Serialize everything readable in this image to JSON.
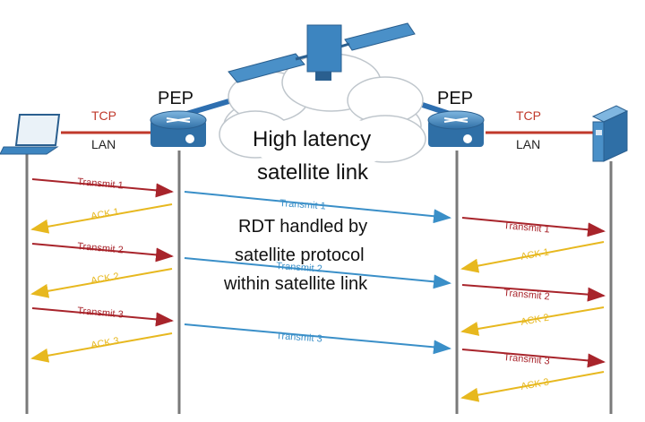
{
  "labels": {
    "pep_left": "PEP",
    "pep_right": "PEP",
    "tcp_left": "TCP",
    "tcp_right": "TCP",
    "lan_left": "LAN",
    "lan_right": "LAN",
    "cloud_line1": "High latency",
    "cloud_line2": "satellite link",
    "rdt_line1": "RDT handled by",
    "rdt_line2": "satellite protocol",
    "rdt_line3": "within satellite link"
  },
  "messages": {
    "left_transmit": [
      "Transmit 1",
      "Transmit 2",
      "Transmit 3"
    ],
    "left_ack": [
      "ACK 1",
      "ACK 2",
      "ACK 3"
    ],
    "sat_transmit": [
      "Transmit 1",
      "Transmit 2",
      "Transmit 3"
    ],
    "right_transmit": [
      "Transmit 1",
      "Transmit 2",
      "Transmit 3"
    ],
    "right_ack": [
      "ACK 1",
      "ACK 2",
      "ACK 3"
    ]
  },
  "colors": {
    "transmit": "#a8242b",
    "ack": "#e7b81f",
    "satellite": "#3a8fc8",
    "link": "#2e6fb0",
    "tcp_line": "#c0392b",
    "timeline": "#7a7a7a"
  }
}
